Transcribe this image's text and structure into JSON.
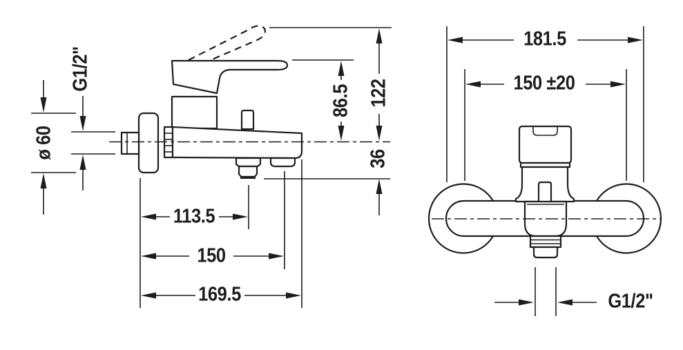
{
  "page": {
    "background": "#ffffff",
    "line_color": "#1d1d1b",
    "description": "Technical dimension drawing of a wall-mounted single-lever bath mixer, side view and front view"
  },
  "side_view": {
    "name": "side-elevation",
    "dimensions": {
      "inlet_thread": "G1/2\"",
      "escutcheon_diameter": "ø 60",
      "height_to_lever": "86.5",
      "height_lever_raised": "122",
      "outlet_drop": "36",
      "depth_to_outlet": "113.5",
      "depth_to_shower_outlet": "150",
      "total_depth": "169.5"
    }
  },
  "front_view": {
    "name": "front-elevation",
    "dimensions": {
      "overall_width": "181.5",
      "connection_spacing": "150 ±20",
      "outlet_thread": "G1/2\""
    }
  }
}
